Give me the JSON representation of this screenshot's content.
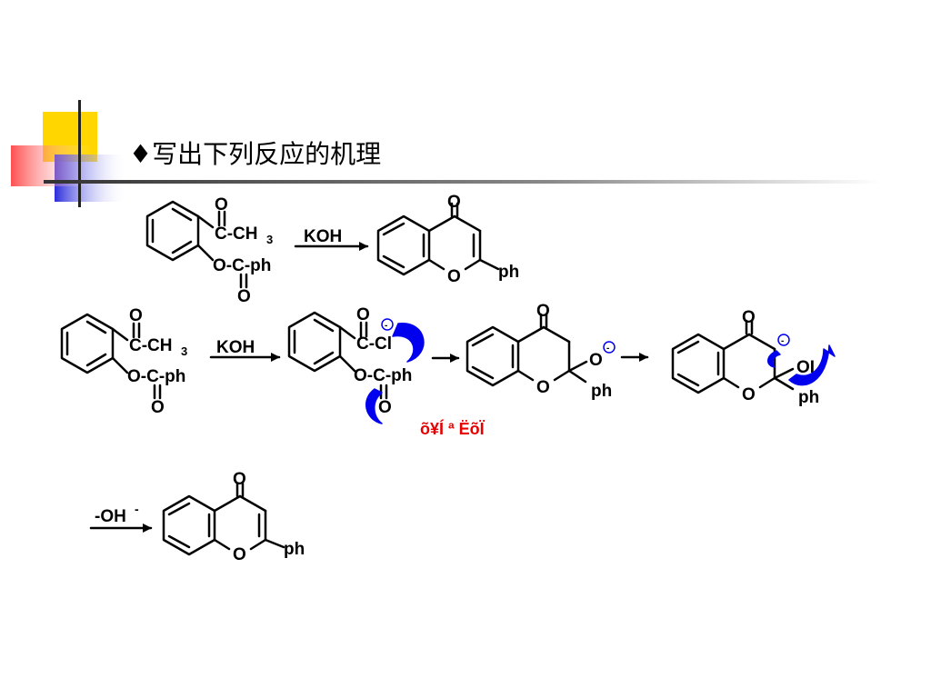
{
  "slide": {
    "title": "♦写出下列反应的机理"
  },
  "scheme": {
    "reagent_koh": "KOH",
    "reagent_oh": "-OH",
    "reagent_oh_charge": "-",
    "atom_o": "O",
    "group_c_ch3": "C-CH",
    "subscript_3": "3",
    "group_o_c_ph": "O-C-ph",
    "group_c_ch_cut": "C-Cl",
    "group_ph": "ph",
    "oh_partial": "OI",
    "minus_sign": "-",
    "garbled_label": "õ¥Í ª  ËõÏ"
  },
  "colors": {
    "arrow_blue": "#0000ee",
    "label_red": "#e60000",
    "decor_yellow": "#ffd600",
    "decor_blue": "#2c2cdc",
    "decor_red": "#ff3c3c"
  }
}
